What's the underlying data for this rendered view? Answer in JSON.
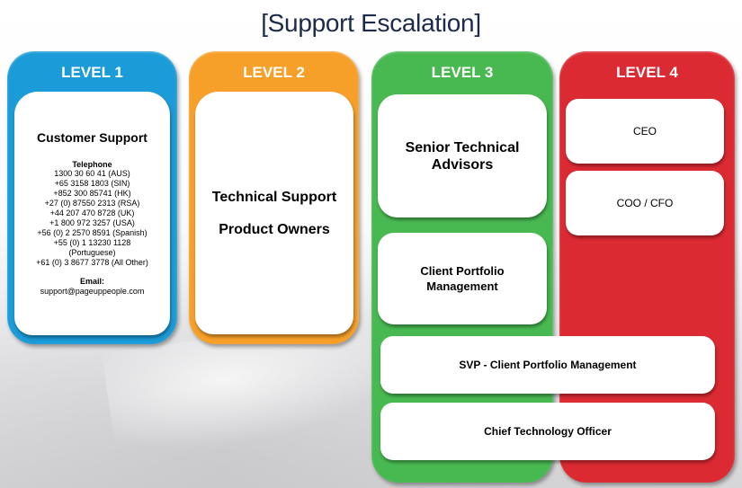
{
  "title": "[Support Escalation]",
  "colors": {
    "level1": "#1b9bd7",
    "level2": "#f69f29",
    "level3": "#48b951",
    "level4": "#dc2a32",
    "title": "#1c2b4a"
  },
  "levels": [
    {
      "label": "LEVEL 1"
    },
    {
      "label": "LEVEL 2"
    },
    {
      "label": "LEVEL 3"
    },
    {
      "label": "LEVEL 4"
    }
  ],
  "level1": {
    "heading": "Customer Support",
    "telephone_label": "Telephone",
    "telephone_lines": [
      "1300 30 60 41 (AUS)",
      "+65 3158 1803 (SIN)",
      "+852 300 85741 (HK)",
      "+27 (0) 87550 2313 (RSA)",
      "+44 207 470 8728 (UK)",
      "+1 800 972 3257 (USA)",
      "+56 (0) 2 2570 8591 (Spanish)",
      "+55 (0) 1 13230 1128",
      "(Portuguese)",
      "+61 (0) 3 8677 3778 (All Other)"
    ],
    "email_label": "Email:",
    "email": "support@pageuppeople.com"
  },
  "level2": {
    "lines": [
      "Technical Support",
      "Product Owners"
    ]
  },
  "level3": {
    "cards": [
      {
        "lines": [
          "Senior Technical",
          "Advisors"
        ]
      },
      {
        "lines": [
          "Client Portfolio",
          "Management"
        ]
      }
    ]
  },
  "level4": {
    "cards": [
      {
        "label": "CEO"
      },
      {
        "label": "COO / CFO"
      }
    ]
  },
  "shared": {
    "cards": [
      {
        "label": "SVP - Client Portfolio Management"
      },
      {
        "label": "Chief Technology Officer"
      }
    ]
  }
}
